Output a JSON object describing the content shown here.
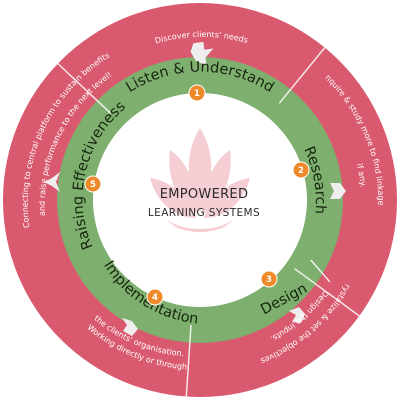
{
  "colors": {
    "outer_ring": "#d9596e",
    "middle_ring": "#7faf6e",
    "inner_disc": "#ffffff",
    "badge": "#ee8a2a",
    "arrow": "#eeeeee",
    "lotus": "#f2c3c8"
  },
  "center": {
    "title": "EMPOWERED",
    "subtitle": "LEARNING SYSTEMS",
    "icon": "lotus-icon"
  },
  "stages": [
    {
      "number": "1",
      "label": "Listen & Understand",
      "description": [
        "Discover clients' needs"
      ]
    },
    {
      "number": "2",
      "label": "Research",
      "description": [
        "Enquire & study more to find linkages,",
        "if any."
      ]
    },
    {
      "number": "3",
      "label": "Design",
      "description": [
        "Crystalize & set the objectives.",
        "Design the inputs."
      ]
    },
    {
      "number": "4",
      "label": "Implementation",
      "description": [
        "Working directly or through",
        "the clients' organisation."
      ]
    },
    {
      "number": "5",
      "label": "Raising Effectiveness",
      "description": [
        "Connecting to central platform to sustain benefits",
        "and raise performance to the next level!"
      ]
    }
  ]
}
